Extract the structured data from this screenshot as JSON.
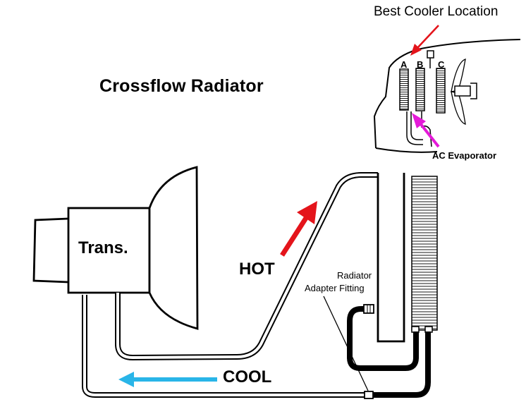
{
  "title": "Crossflow Radiator",
  "labels": {
    "best_cooler_location": "Best Cooler Location",
    "ac_evaporator": "AC Evaporator",
    "transmission": "Trans.",
    "hot": "HOT",
    "cool": "COOL",
    "radiator": "Radiator",
    "adapter_fitting": "Adapter Fitting"
  },
  "positions": [
    "A",
    "B",
    "C"
  ],
  "colors": {
    "hot_arrow": "#e4141b",
    "cool_arrow": "#29b5e8",
    "best_location_arrow": "#e4141b",
    "evaporator_arrow": "#e41ad8",
    "line": "#000000"
  }
}
